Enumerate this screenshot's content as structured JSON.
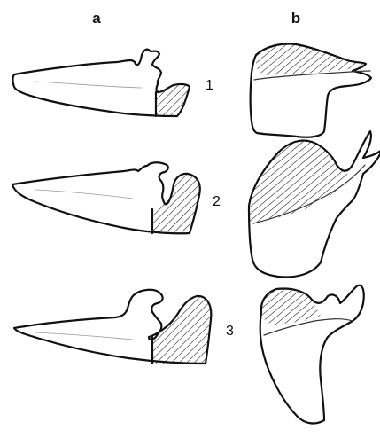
{
  "columns": {
    "a": "a",
    "b": "b"
  },
  "rows": [
    {
      "label": "1"
    },
    {
      "label": "2"
    },
    {
      "label": "3"
    }
  ],
  "colors": {
    "ink": "#111111",
    "background": "#ffffff"
  }
}
